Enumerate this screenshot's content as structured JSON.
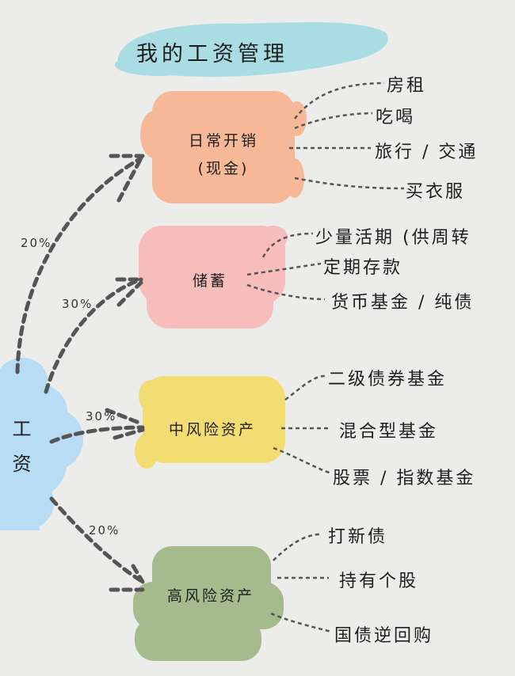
{
  "title": "我的工资管理",
  "root": {
    "label_line1": "工",
    "label_line2": "资",
    "color": "#b7dcf3"
  },
  "colors": {
    "title_bg": "#aadde3",
    "daily": "#f6b896",
    "savings": "#f6bdbb",
    "medium": "#f3dc72",
    "high": "#a5bb8e",
    "line": "#555555",
    "background": "#ececea"
  },
  "categories": [
    {
      "id": "daily",
      "label_line1": "日常开销",
      "label_line2": "(现金)",
      "percent": "20%",
      "items": [
        "房租",
        "吃喝",
        "旅行 / 交通",
        "买衣服"
      ]
    },
    {
      "id": "savings",
      "label_line1": "储蓄",
      "percent": "30%",
      "items": [
        "少量活期 (供周转",
        "定期存款",
        "货币基金 / 纯债"
      ]
    },
    {
      "id": "medium",
      "label_line1": "中风险资产",
      "percent": "30%",
      "items": [
        "二级债券基金",
        "混合型基金",
        "股票 / 指数基金"
      ]
    },
    {
      "id": "high",
      "label_line1": "高风险资产",
      "percent": "20%",
      "items": [
        "打新债",
        "持有个股",
        "国债逆回购"
      ]
    }
  ]
}
